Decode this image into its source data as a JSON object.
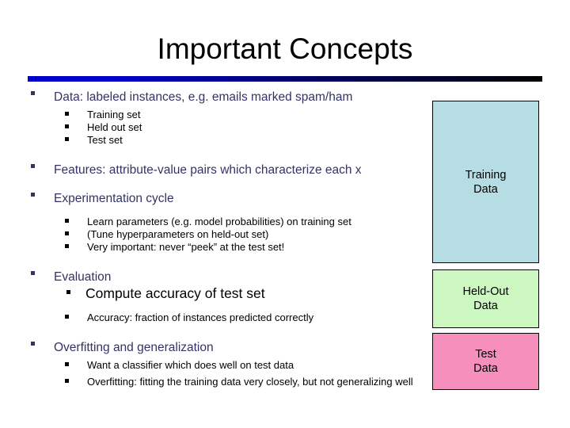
{
  "slide": {
    "title": "Important Concepts",
    "background_color": "#ffffff",
    "rule_gradient_from": "#0000cc",
    "rule_gradient_to": "#000000",
    "level1_text_color": "#333366",
    "level2_text_color": "#000000"
  },
  "bullets": {
    "data": {
      "text": "Data: labeled instances, e.g. emails marked spam/ham",
      "sub": [
        "Training set",
        "Held out set",
        "Test set"
      ]
    },
    "features": {
      "text": "Features: attribute-value pairs which characterize each x"
    },
    "experimentation": {
      "text": "Experimentation cycle",
      "sub": [
        "Learn parameters (e.g. model probabilities) on training set",
        "(Tune hyperparameters on held-out set)",
        "Very important: never “peek” at the test set!"
      ]
    },
    "evaluation": {
      "text": "Evaluation",
      "sub_big": "Compute accuracy of test set",
      "sub": [
        "Accuracy: fraction of instances predicted correctly"
      ]
    },
    "overfitting": {
      "text": "Overfitting and generalization",
      "sub": [
        "Want a classifier which does well on test data",
        "Overfitting: fitting the training data very closely, but not generalizing well"
      ]
    }
  },
  "boxes": [
    {
      "name": "training-data",
      "line1": "Training",
      "line2": "Data",
      "fill": "#b6dde4",
      "border": "#000000"
    },
    {
      "name": "held-out-data",
      "line1": "Held-Out",
      "line2": "Data",
      "fill": "#ccf7c0",
      "border": "#000000"
    },
    {
      "name": "test-data",
      "line1": "Test",
      "line2": "Data",
      "fill": "#f78fbd",
      "border": "#000000"
    }
  ]
}
